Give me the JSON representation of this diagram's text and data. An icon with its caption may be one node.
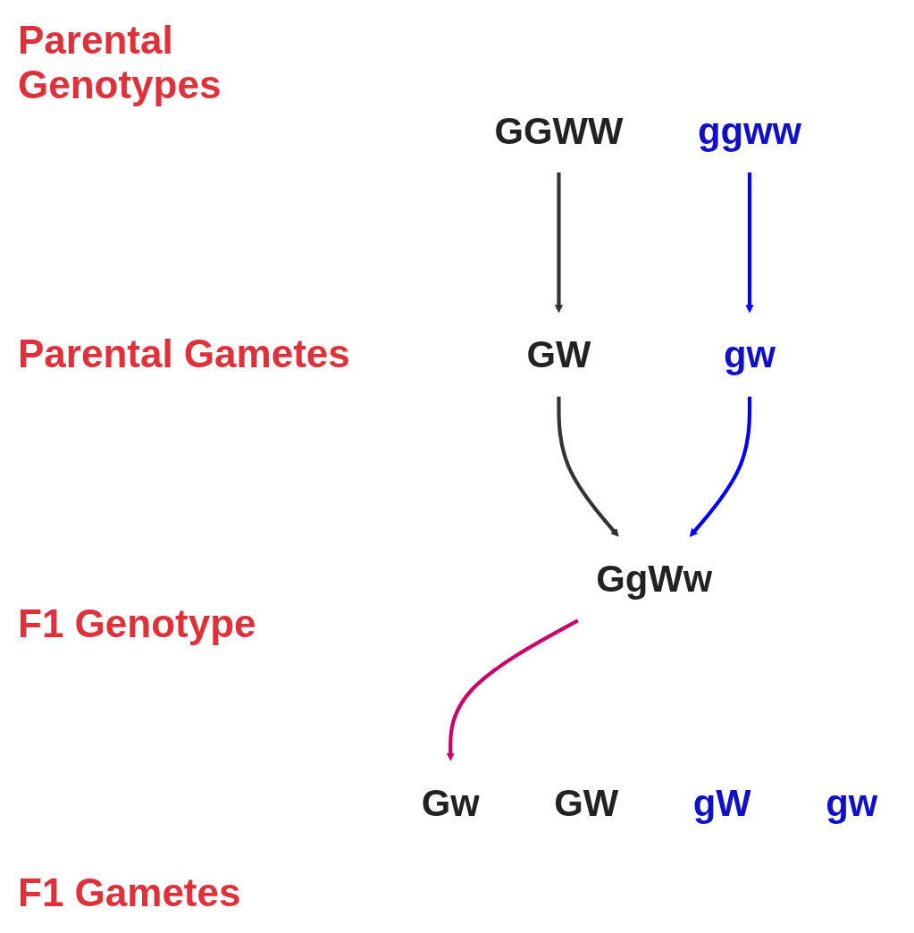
{
  "diagram": {
    "nodes": [
      {
        "text": [
          "GGWW"
        ]
      },
      {
        "text": [
          "ggww"
        ]
      },
      {
        "text": [
          "GW"
        ]
      },
      {
        "text": [
          "gw"
        ]
      },
      {
        "text": [
          "GgWw"
        ]
      },
      {
        "text": [
          "GW"
        ]
      },
      {
        "text": [
          "Gw"
        ]
      },
      {
        "text": [
          "gW"
        ]
      },
      {
        "text": [
          "gw"
        ]
      }
    ],
    "edges": [
      {
        "from": 0,
        "to": 2,
        "arrow": "to"
      },
      {
        "from": 1,
        "to": 3,
        "arrow": "to",
        "color": "#0000ff"
      },
      {
        "from": 2,
        "to": 4,
        "arrow": "to"
      },
      {
        "from": 3,
        "to": 4,
        "arrow": "to",
        "color": "#0000ff"
      },
      {
        "from": 4,
        "to": 6,
        "arrow": "to",
        "color": "#cc0066"
      }
    ],
    "labels": [
      "Parental Genotypes",
      "Parental Gametes",
      "F1 Genotype",
      "F1 Gametes"
    ]
  }
}
